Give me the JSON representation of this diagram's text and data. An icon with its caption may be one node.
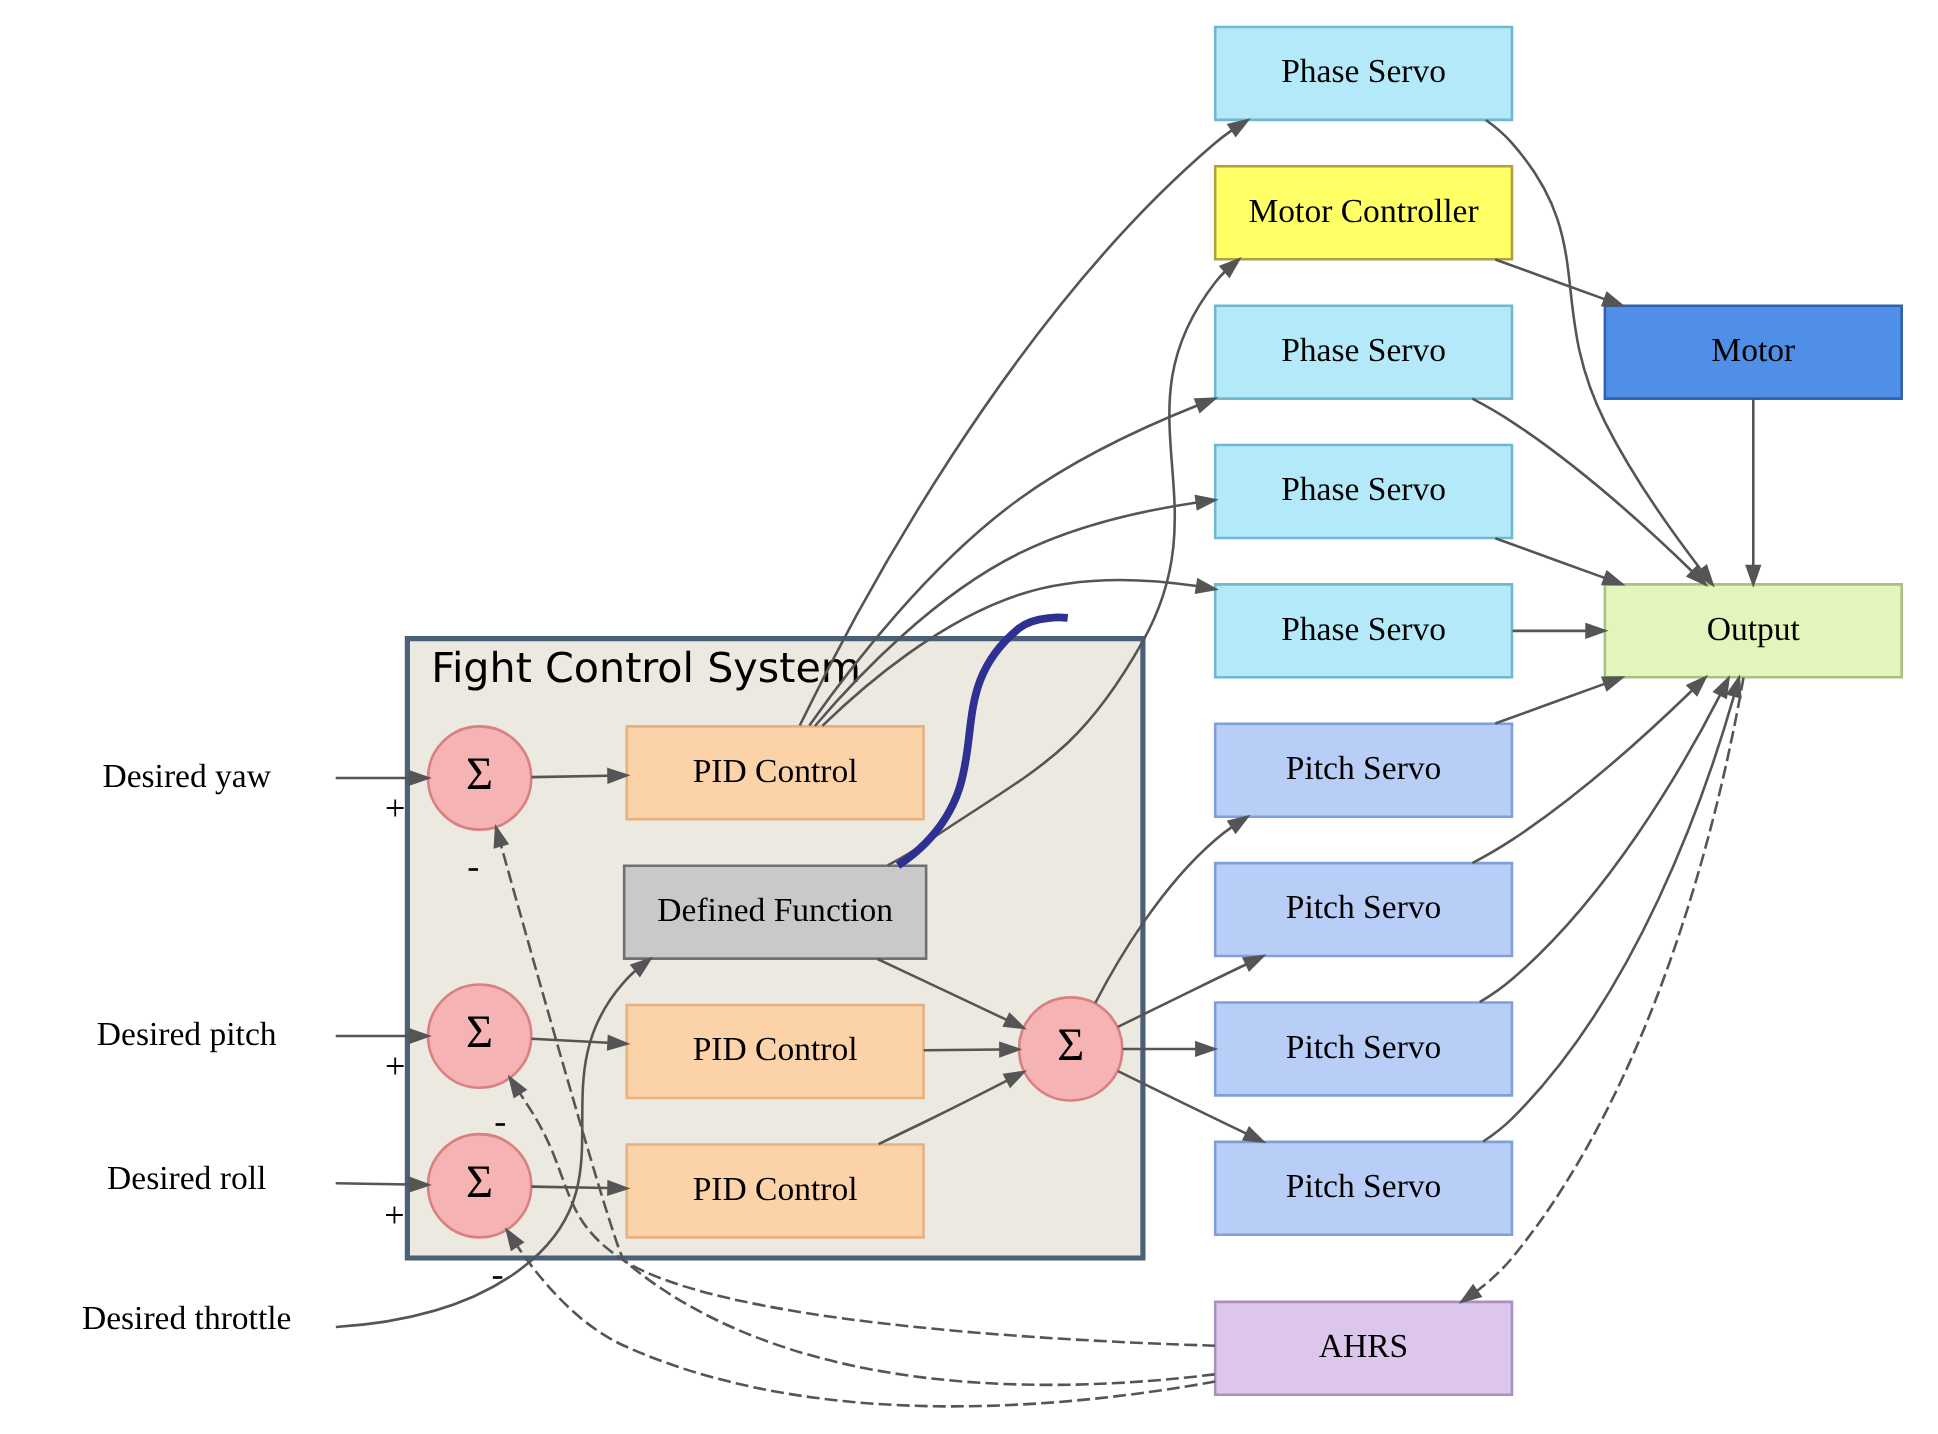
{
  "diagram": {
    "nodes": [
      {
        "text": [
          "Fight Control System"
        ]
      },
      {
        "text": [
          "Desired throttle"
        ]
      },
      {
        "text": [
          "Defined Function"
        ],
        "in": 0
      },
      {
        "text": [
          "Desired pitch"
        ]
      },
      {
        "text": [
          "Σ"
        ],
        "in": 0
      },
      {
        "text": [
          "PID Control"
        ],
        "in": 0
      },
      {
        "text": [
          "Σ"
        ],
        "in": 0
      },
      {
        "text": [
          "Motor Controller"
        ]
      },
      {
        "text": [
          "Motor"
        ]
      },
      {
        "text": [
          "Pitch Servo"
        ]
      },
      {
        "text": [
          "Pitch Servo"
        ]
      },
      {
        "text": [
          "Pitch Servo"
        ]
      },
      {
        "text": [
          "Pitch Servo"
        ]
      },
      {
        "text": [
          "Desired roll"
        ]
      },
      {
        "text": [
          "Σ"
        ],
        "in": 0
      },
      {
        "text": [
          "PID Control"
        ],
        "in": 0
      },
      {
        "text": [
          "AHRS"
        ]
      },
      {
        "text": [
          "Output"
        ]
      },
      {
        "text": [
          "Desired yaw"
        ]
      },
      {
        "text": [
          "Σ"
        ],
        "in": 0
      },
      {
        "text": [
          "PID Control"
        ],
        "in": 0
      },
      {
        "text": [
          "Phase Servo"
        ]
      },
      {
        "text": [
          "Phase Servo"
        ]
      },
      {
        "text": [
          "Phase Servo"
        ]
      },
      {
        "text": [
          "Phase Servo"
        ]
      }
    ],
    "edges": [
      {
        "from": 1,
        "to": 2,
        "arrow": "to"
      },
      {
        "from": 2,
        "to": 7,
        "arrow": "to"
      },
      {
        "from": 2,
        "to": 6,
        "arrow": "to"
      },
      {
        "from": 2,
        "to": null,
        "arrow": "none",
        "style": "thick",
        "color": "#2e3192"
      },
      {
        "from": 3,
        "to": 4,
        "arrow": "to",
        "label": "+"
      },
      {
        "from": 4,
        "to": 5,
        "arrow": "to"
      },
      {
        "from": 5,
        "to": 6,
        "arrow": "to"
      },
      {
        "from": 6,
        "to": 9,
        "arrow": "to"
      },
      {
        "from": 6,
        "to": 10,
        "arrow": "to"
      },
      {
        "from": 6,
        "to": 11,
        "arrow": "to"
      },
      {
        "from": 6,
        "to": 12,
        "arrow": "to"
      },
      {
        "from": 7,
        "to": 8,
        "arrow": "to"
      },
      {
        "from": 8,
        "to": 17,
        "arrow": "to"
      },
      {
        "from": 9,
        "to": 17,
        "arrow": "to"
      },
      {
        "from": 10,
        "to": 17,
        "arrow": "to"
      },
      {
        "from": 11,
        "to": 17,
        "arrow": "to"
      },
      {
        "from": 12,
        "to": 17,
        "arrow": "to"
      },
      {
        "from": 13,
        "to": 14,
        "arrow": "to",
        "label": "+"
      },
      {
        "from": 14,
        "to": 15,
        "arrow": "to"
      },
      {
        "from": 15,
        "to": 6,
        "arrow": "to"
      },
      {
        "from": 17,
        "to": 16,
        "arrow": "to",
        "style": "dashed"
      },
      {
        "from": 16,
        "to": 4,
        "arrow": "to",
        "style": "dashed",
        "label": "-"
      },
      {
        "from": 16,
        "to": 14,
        "arrow": "to",
        "style": "dashed",
        "label": "-"
      },
      {
        "from": 16,
        "to": 19,
        "arrow": "to",
        "style": "dashed",
        "label": "-"
      },
      {
        "from": 18,
        "to": 19,
        "arrow": "to",
        "label": "+"
      },
      {
        "from": 19,
        "to": 20,
        "arrow": "to"
      },
      {
        "from": 20,
        "to": 21,
        "arrow": "to"
      },
      {
        "from": 20,
        "to": 22,
        "arrow": "to"
      },
      {
        "from": 20,
        "to": 23,
        "arrow": "to"
      },
      {
        "from": 20,
        "to": 24,
        "arrow": "to"
      },
      {
        "from": 21,
        "to": 17,
        "arrow": "to"
      },
      {
        "from": 22,
        "to": 17,
        "arrow": "to"
      },
      {
        "from": 23,
        "to": 17,
        "arrow": "to"
      },
      {
        "from": 24,
        "to": 17,
        "arrow": "to"
      }
    ]
  }
}
